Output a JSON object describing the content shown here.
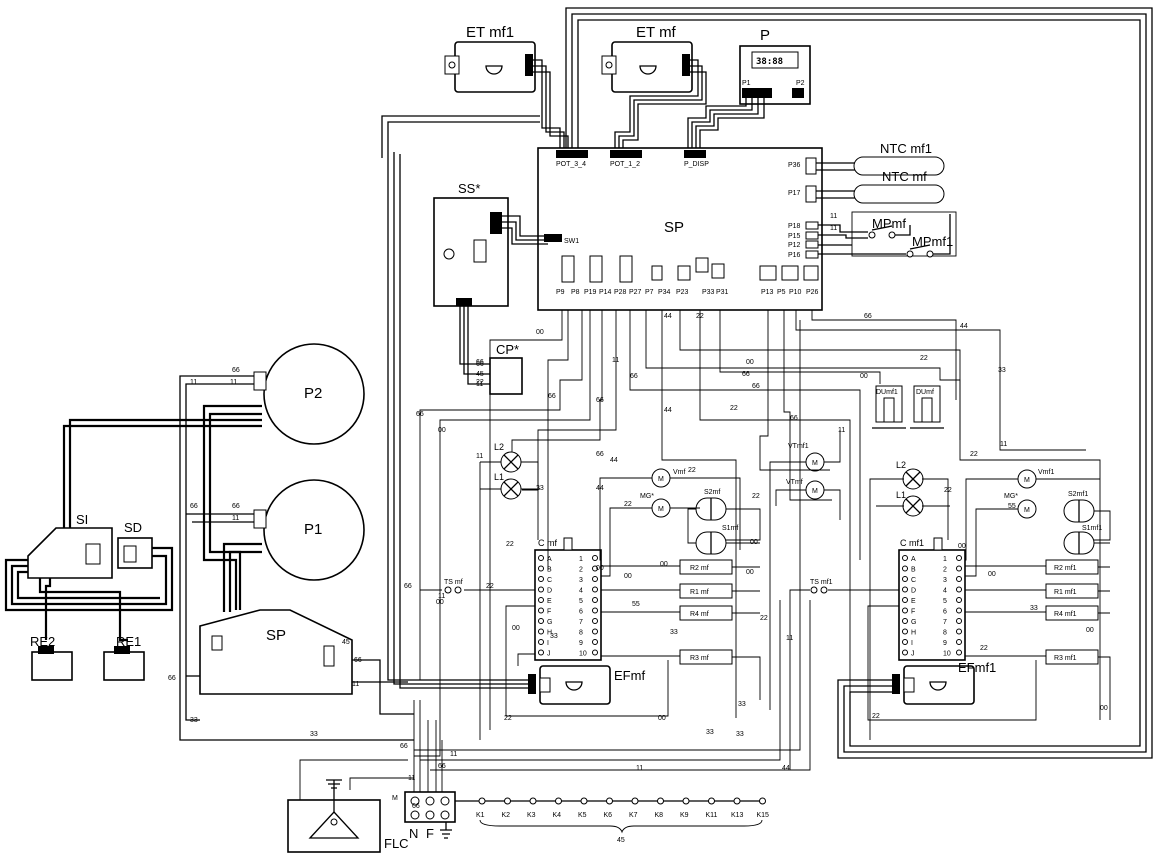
{
  "components": {
    "et_mf1": "ET mf1",
    "et_mf": "ET mf",
    "p": "P",
    "display": "38:88",
    "p_ports": [
      "P1",
      "P2"
    ],
    "sp_main": "SP",
    "sp_header_ports": [
      "POT_3_4",
      "POT_1_2",
      "P_DISP"
    ],
    "sp_side_ports": [
      "P36",
      "P17",
      "P18",
      "P15",
      "P12",
      "P16"
    ],
    "sp_bottom_ports": [
      "P9",
      "P8",
      "P19",
      "P14",
      "P28",
      "P27",
      "P7",
      "P34",
      "P23",
      "P33",
      "P31",
      "P13",
      "P5",
      "P10",
      "P26"
    ],
    "ntc_mf1": "NTC mf1",
    "ntc_mf": "NTC mf",
    "mp_mf": "MPmf",
    "mp_mf1": "MPmf1",
    "ss": "SS*",
    "sw1": "SW1",
    "cp": "CP*",
    "cp_pins": [
      "66",
      "45",
      "11"
    ],
    "p2": "P2",
    "p1": "P1",
    "si": "SI",
    "sd": "SD",
    "re2": "RE2",
    "re1": "RE1",
    "sp_small": "SP",
    "l2": "L2",
    "l1": "L1",
    "vmf": "Vmf",
    "mg": "MG*",
    "s2mf": "S2mf",
    "s1mf": "S1mf",
    "vtmf1": "VTmf1",
    "vtmf": "VTmf",
    "dumf1": "DUmf1",
    "dumf": "DUmf",
    "vmf1": "Vmf1",
    "s2mf1": "S2mf1",
    "s1mf1": "S1mf1",
    "c_mf": "C mf",
    "c_mf1": "C mf1",
    "c_left_pins": [
      "A",
      "B",
      "C",
      "D",
      "E",
      "F",
      "G",
      "H",
      "I",
      "J"
    ],
    "c_right_pins": [
      "1",
      "2",
      "3",
      "4",
      "5",
      "6",
      "7",
      "8",
      "9",
      "10"
    ],
    "r_mf": [
      "R2 mf",
      "R1 mf",
      "R4 mf",
      "R3 mf"
    ],
    "r_mf1": [
      "R2 mf1",
      "R1 mf1",
      "R4 mf1",
      "R3 mf1"
    ],
    "ts_mf": "TS mf",
    "ts_mf1": "TS mf1",
    "ef_mf": "EFmf",
    "ef_mf1": "EFmf1",
    "flc": "FLC",
    "m_label": "M",
    "terminal_n": "N",
    "terminal_f": "F",
    "k_terminals": [
      "K1",
      "K2",
      "K3",
      "K4",
      "K5",
      "K6",
      "K7",
      "K8",
      "K9",
      "K11",
      "K13",
      "K15"
    ],
    "k_common": "45"
  },
  "wire_numbers": [
    "66",
    "11",
    "11",
    "66",
    "66",
    "11",
    "66",
    "11",
    "33",
    "66",
    "45",
    "33",
    "66",
    "22",
    "66",
    "66",
    "00",
    "00",
    "00",
    "66",
    "66",
    "66",
    "66",
    "11",
    "66",
    "44",
    "22",
    "00",
    "44",
    "22",
    "11",
    "11",
    "33",
    "44",
    "44",
    "22",
    "22",
    "00",
    "00",
    "22",
    "33",
    "00",
    "00",
    "55",
    "33",
    "00",
    "11",
    "22",
    "22",
    "00",
    "33",
    "33",
    "22",
    "22",
    "00",
    "33",
    "66",
    "66",
    "11",
    "11",
    "66",
    "44",
    "22",
    "00",
    "33",
    "11",
    "22",
    "22",
    "00",
    "00",
    "55",
    "33",
    "00",
    "22",
    "22",
    "00",
    "66",
    "11",
    "11",
    "66",
    "66",
    "11",
    "44",
    "11"
  ]
}
